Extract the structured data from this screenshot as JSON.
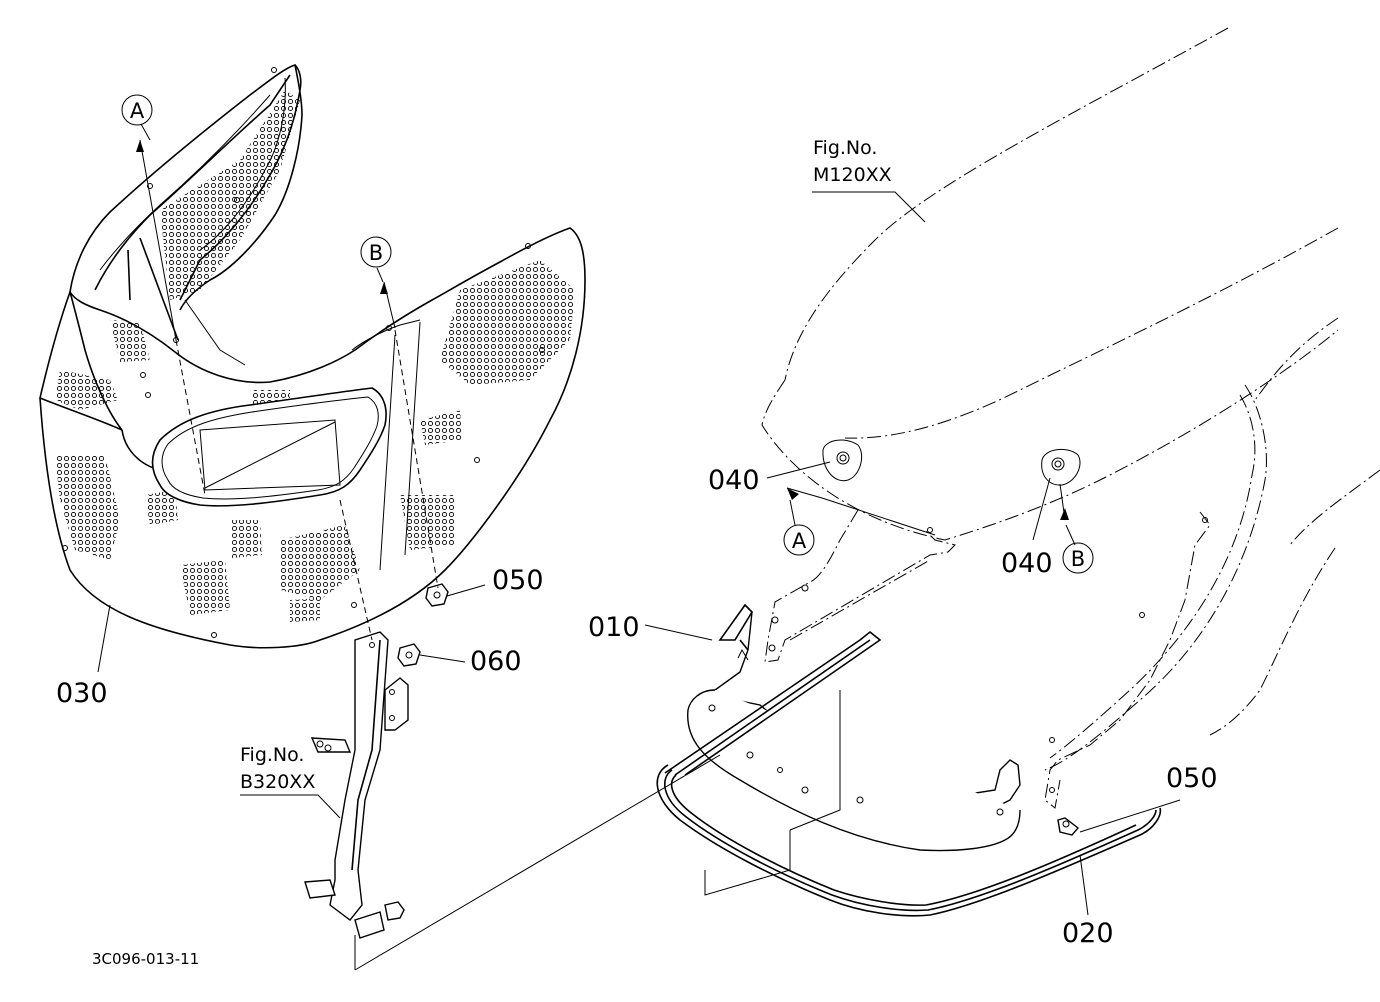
{
  "drawing_number": "3C096-013-11",
  "fig_refs": [
    {
      "line1": "Fig.No.",
      "line2": "M120XX"
    },
    {
      "line1": "Fig.No.",
      "line2": "B320XX"
    }
  ],
  "callouts": [
    "A",
    "B",
    "A",
    "B"
  ],
  "part_labels": {
    "p030": "030",
    "p050_left": "050",
    "p060": "060",
    "p010": "010",
    "p040_left": "040",
    "p040_right": "040",
    "p050_right": "050",
    "p020": "020"
  }
}
